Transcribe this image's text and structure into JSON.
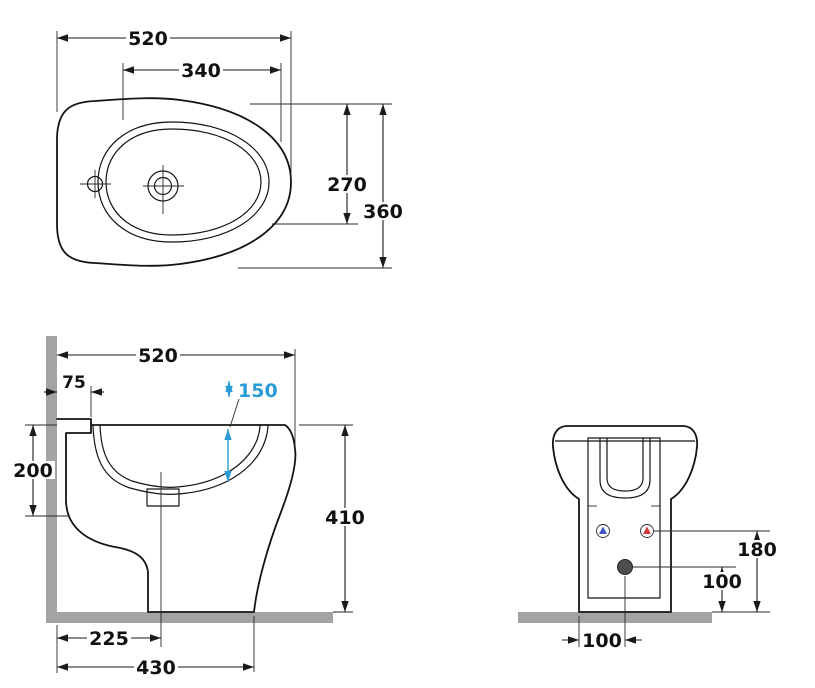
{
  "diagram": {
    "type": "technical-drawing",
    "subject": "bidet installation dimensions - top, side and rear views",
    "units": "mm",
    "colors": {
      "line": "#141414",
      "wall_floor": "#a3a3a3",
      "accent": "#2a9bd4",
      "hot_water": "#d23b3b",
      "cold_water": "#4054c8",
      "drain_fill": "#4d4d4d"
    },
    "top_view": {
      "overall_width": "520",
      "rim_width": "340",
      "rim_depth": "270",
      "overall_depth": "360"
    },
    "side_view": {
      "overall_depth": "520",
      "back_ledge": "75",
      "bowl_depth": "150",
      "back_height": "200",
      "overall_height": "410",
      "drain_from_wall": "225",
      "base_depth": "430"
    },
    "rear_view": {
      "inlet_height": "180",
      "drain_height": "100",
      "drain_offset": "100"
    }
  }
}
